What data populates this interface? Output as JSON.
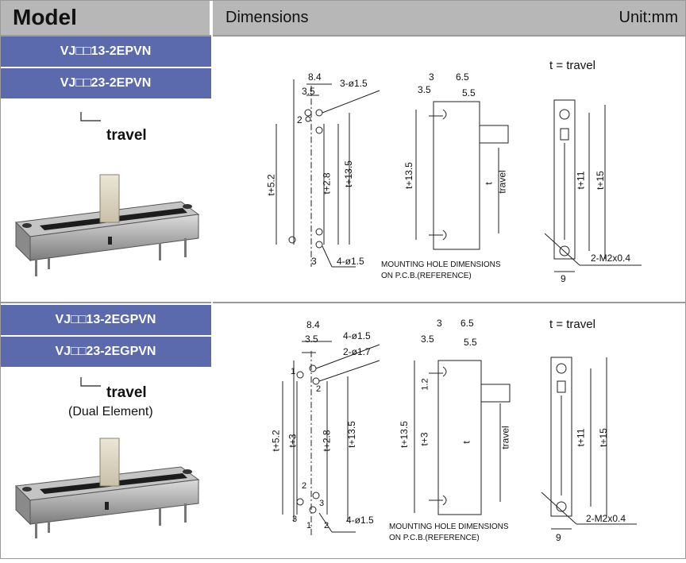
{
  "header": {
    "model_label": "Model",
    "dimensions_label": "Dimensions",
    "unit_label": "Unit:mm"
  },
  "products": [
    {
      "models": [
        "VJ□□13-2EPVN",
        "VJ□□23-2EPVN"
      ],
      "travel_label": "travel",
      "note": "",
      "drawing": {
        "travel_note": "t = travel",
        "dims_a": [
          "8.4",
          "3.5",
          "3-ø1.5",
          "2",
          "t+5.2",
          "t+2.8",
          "t+13.5",
          "3",
          "4-ø1.5"
        ],
        "dims_b": [
          "3",
          "6.5",
          "3.5",
          "5.5",
          "t+13.5",
          "t",
          "travel"
        ],
        "dims_c": [
          "t+11",
          "t+15",
          "9",
          "2-M2x0.4"
        ],
        "mounting_note_1": "MOUNTING HOLE DIMENSIONS",
        "mounting_note_2": "ON P.C.B.(REFERENCE)"
      }
    },
    {
      "models": [
        "VJ□□13-2EGPVN",
        "VJ□□23-2EGPVN"
      ],
      "travel_label": "travel",
      "note": "(Dual Element)",
      "drawing": {
        "travel_note": "t = travel",
        "dims_a": [
          "8.4",
          "3.5",
          "4-ø1.5",
          "2-ø1.7",
          "1",
          "2",
          "t+5.2",
          "t+3",
          "t+2.8",
          "t+13.5",
          "2",
          "3",
          "3",
          "1",
          "2",
          "4-ø1.5"
        ],
        "dims_b": [
          "3",
          "6.5",
          "3.5",
          "5.5",
          "1.2",
          "t+13.5",
          "t+3",
          "t",
          "travel"
        ],
        "dims_c": [
          "t+11",
          "t+15",
          "9",
          "2-M2x0.4"
        ],
        "mounting_note_1": "MOUNTING HOLE DIMENSIONS",
        "mounting_note_2": "ON P.C.B.(REFERENCE)"
      }
    }
  ],
  "colors": {
    "header_bg": "#b7b7b7",
    "model_bg": "#5a6aad",
    "line": "#222222"
  }
}
